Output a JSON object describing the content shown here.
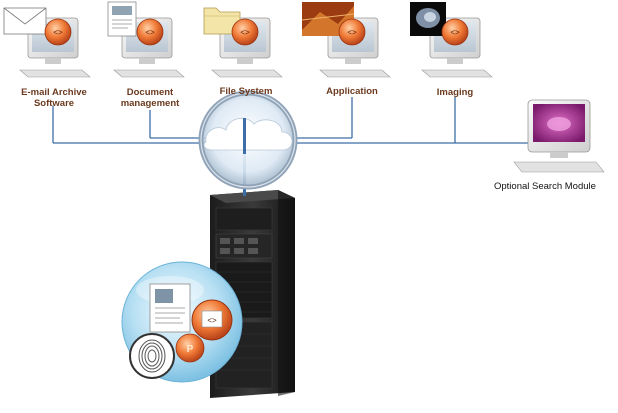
{
  "colors": {
    "connector": "#3d6ea8",
    "label_text": "#6b3a1f",
    "badge_orange": "#e8622a",
    "monitor_body": "#eeeeee",
    "server_body": "#2b2b2b"
  },
  "nodes": [
    {
      "label_line1": "E-mail Archive",
      "label_line2": "Software",
      "icon": "envelope-icon"
    },
    {
      "label_line1": "Document",
      "label_line2": "management",
      "icon": "document-icon"
    },
    {
      "label_line1": "File System",
      "label_line2": "",
      "icon": "folder-icon"
    },
    {
      "label_line1": "Application",
      "label_line2": "",
      "icon": "application-image-icon"
    },
    {
      "label_line1": "Imaging",
      "label_line2": "",
      "icon": "xray-image-icon"
    }
  ],
  "search_module": {
    "label": "Optional Search Module",
    "icon": "search-screen-icon"
  },
  "center": {
    "icon": "cloud-network-icon"
  },
  "server": {
    "icon": "server-rack-icon"
  },
  "bubble": {
    "icons": [
      "document-icon",
      "archive-badge-icon",
      "padlock-icon",
      "fingerprint-icon"
    ]
  }
}
